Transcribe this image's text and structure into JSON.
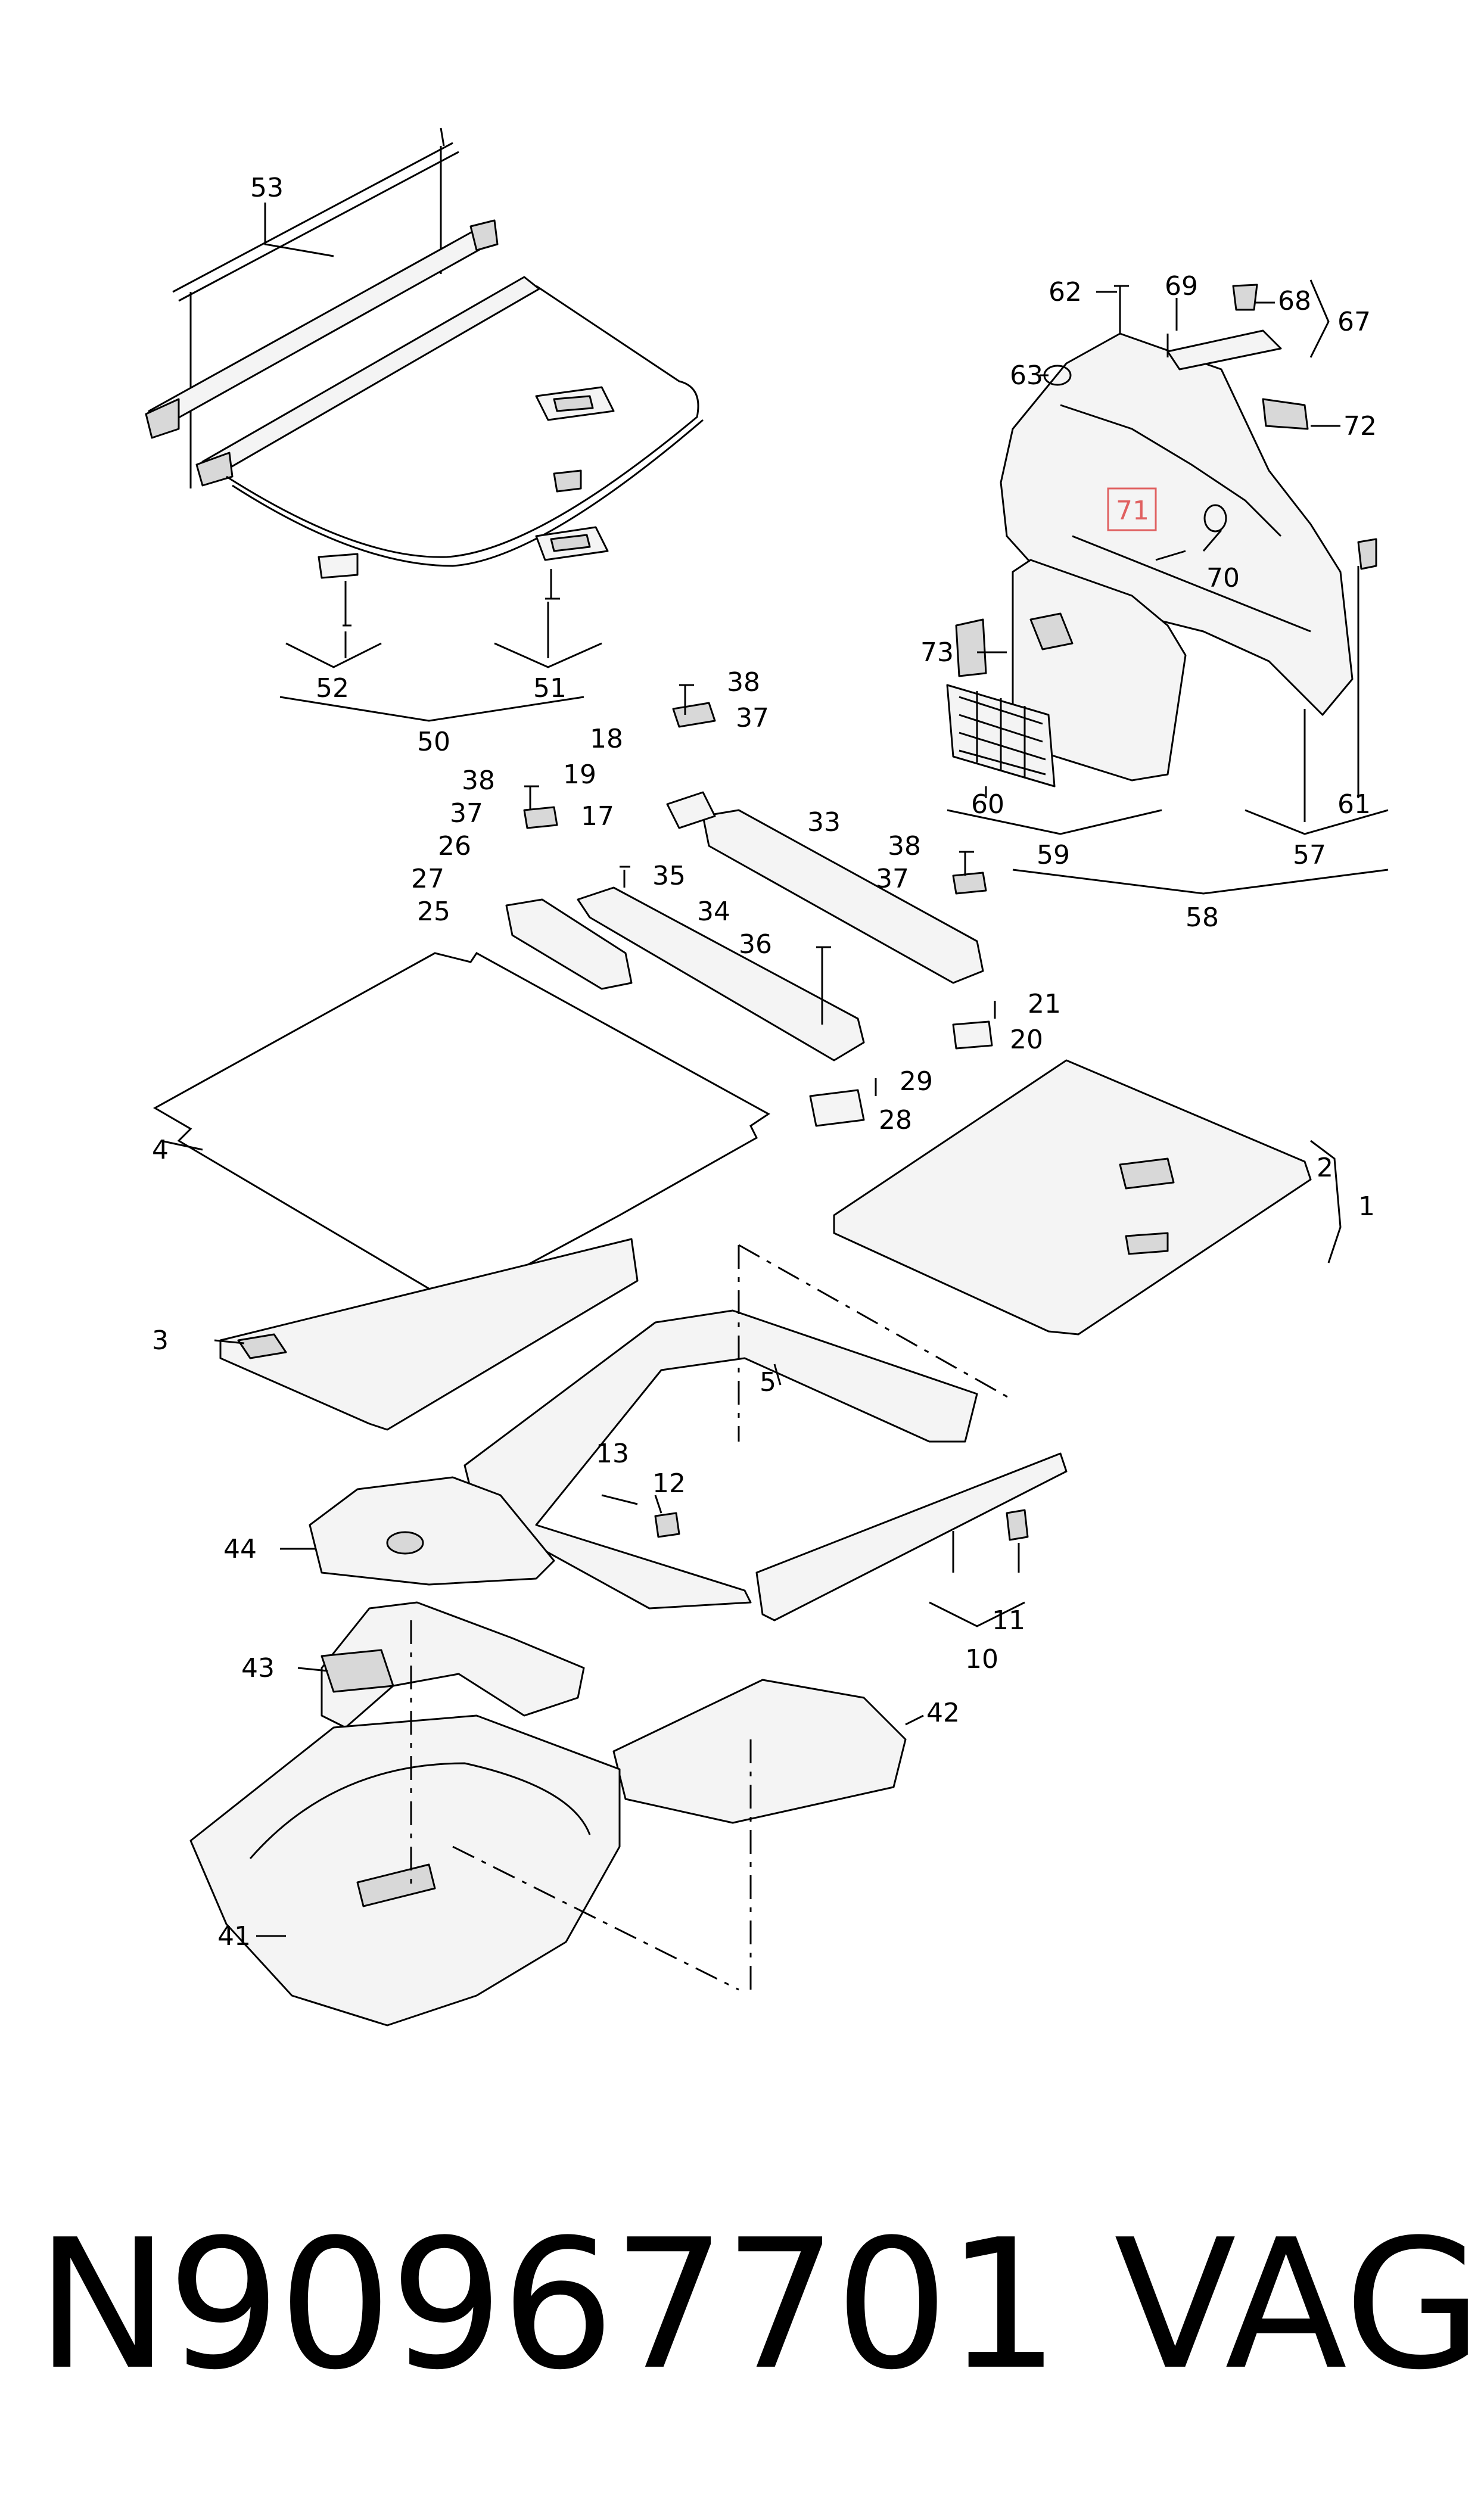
{
  "callouts": {
    "c1": "1",
    "c2": "2",
    "c3": "3",
    "c4": "4",
    "c5": "5",
    "c10": "10",
    "c11": "11",
    "c12": "12",
    "c13": "13",
    "c17": "17",
    "c18": "18",
    "c19": "19",
    "c20": "20",
    "c21": "21",
    "c25": "25",
    "c26": "26",
    "c27": "27",
    "c28": "28",
    "c29": "29",
    "c33": "33",
    "c34": "34",
    "c35": "35",
    "c36": "36",
    "c37a": "37",
    "c37b": "37",
    "c37c": "37",
    "c38a": "38",
    "c38b": "38",
    "c38c": "38",
    "c41": "41",
    "c42": "42",
    "c43": "43",
    "c44": "44",
    "c50": "50",
    "c51": "51",
    "c52": "52",
    "c53": "53",
    "c57": "57",
    "c58": "58",
    "c59": "59",
    "c60": "60",
    "c61": "61",
    "c62": "62",
    "c63": "63",
    "c67": "67",
    "c68": "68",
    "c69": "69",
    "c70": "70",
    "c71": "71",
    "c72": "72",
    "c73": "73"
  },
  "highlight": {
    "color": "#e06060",
    "label": "71"
  },
  "footer": {
    "part_number": "N90967701",
    "brand": "VAG"
  }
}
